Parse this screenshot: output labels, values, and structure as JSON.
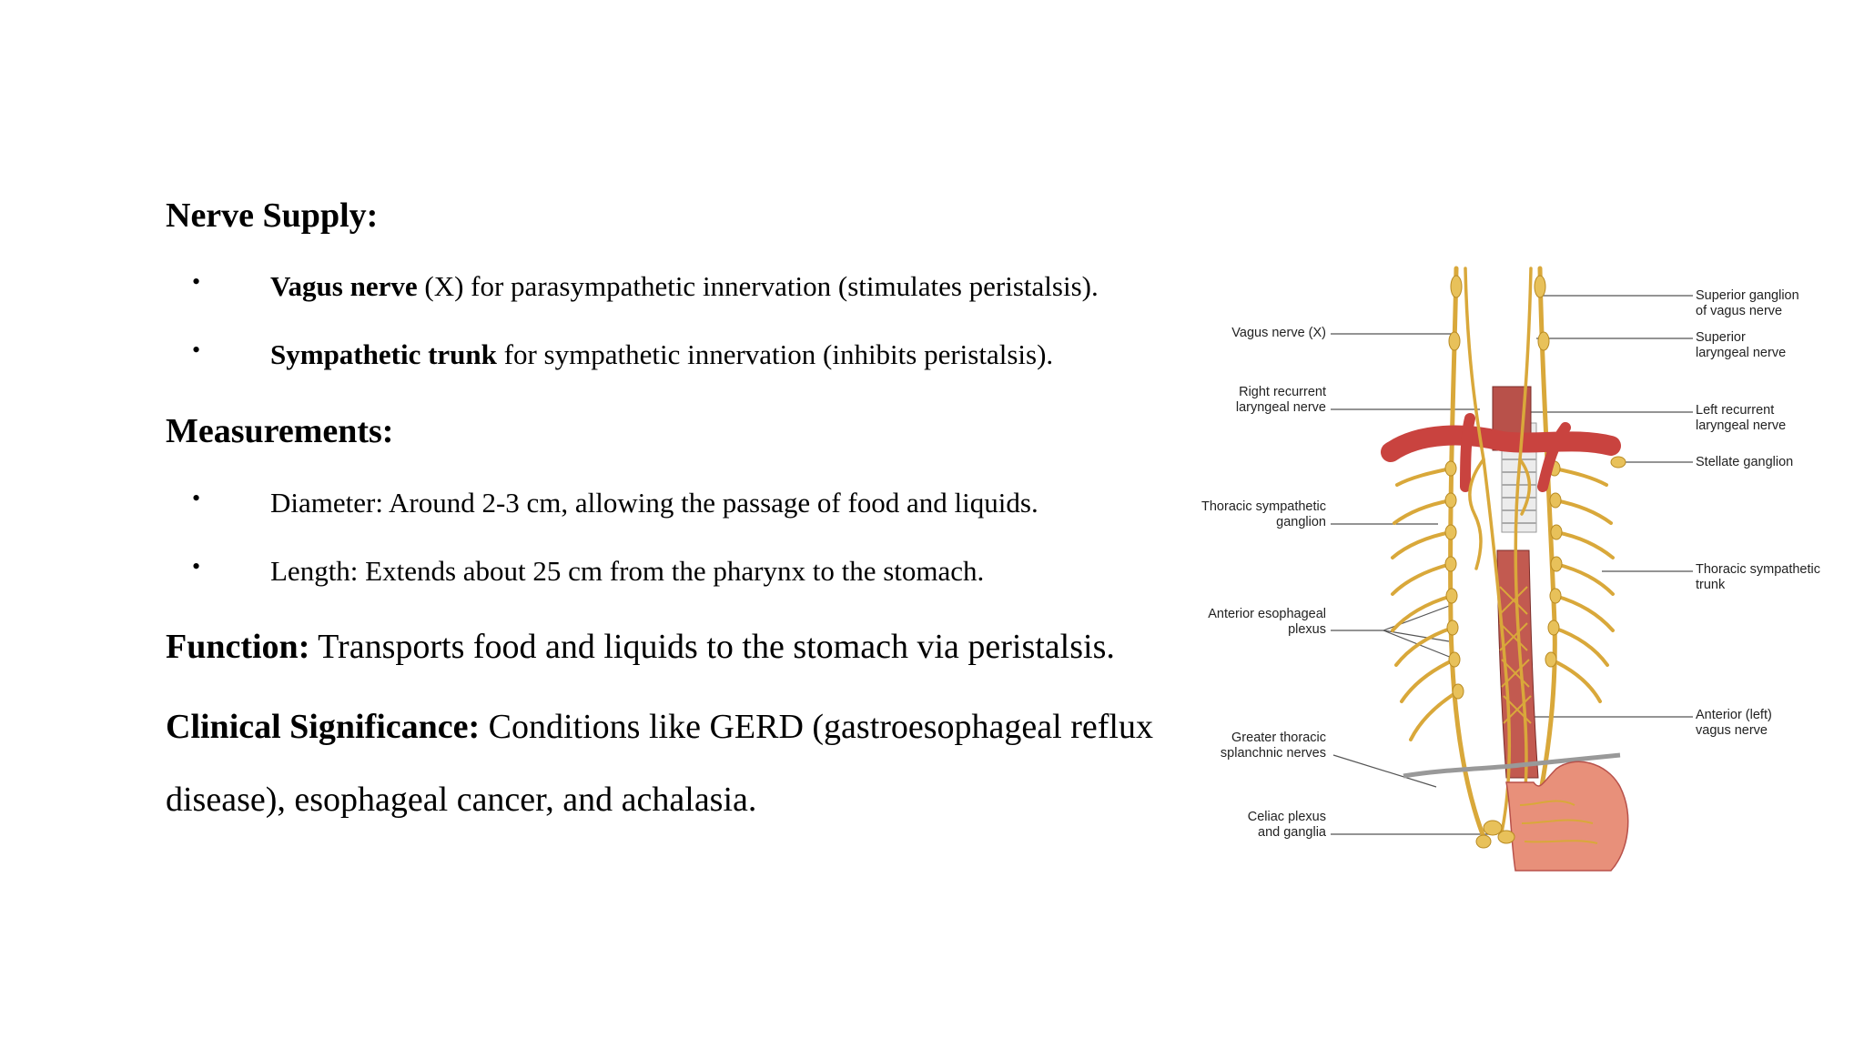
{
  "nerve_supply": {
    "heading": "Nerve Supply:",
    "items": [
      {
        "bold": "Vagus nerve",
        "rest": " (X) for parasympathetic innervation (stimulates peristalsis)."
      },
      {
        "bold": "Sympathetic trunk",
        "rest": " for sympathetic innervation (inhibits peristalsis)."
      }
    ]
  },
  "measurements": {
    "heading": "Measurements:",
    "items": [
      "Diameter: Around 2-3 cm, allowing the passage of food and liquids.",
      "Length: Extends about 25 cm from the pharynx to the stomach."
    ]
  },
  "function": {
    "label": "Function:",
    "text": " Transports food and liquids to the stomach via peristalsis."
  },
  "clinical": {
    "label": "Clinical Significance:",
    "text_line1": " Conditions like GERD (gastroesophageal reflux",
    "text_line2": "disease), esophageal cancer, and achalasia."
  },
  "figure": {
    "bullet_char": "•",
    "labels_left": {
      "vagus": "Vagus nerve (X)",
      "right_recurrent_1": "Right recurrent",
      "right_recurrent_2": "laryngeal nerve",
      "thoracic_ganglion_1": "Thoracic sympathetic",
      "thoracic_ganglion_2": "ganglion",
      "anterior_plexus_1": "Anterior esophageal",
      "anterior_plexus_2": "plexus",
      "greater_1": "Greater thoracic",
      "greater_2": "splanchnic nerves",
      "celiac_1": "Celiac plexus",
      "celiac_2": "and ganglia"
    },
    "labels_right": {
      "superior_ganglion_1": "Superior ganglion",
      "superior_ganglion_2": "of vagus nerve",
      "superior_laryngeal_1": "Superior",
      "superior_laryngeal_2": "laryngeal nerve",
      "left_recurrent_1": "Left recurrent",
      "left_recurrent_2": "laryngeal nerve",
      "stellate": "Stellate ganglion",
      "thoracic_trunk_1": "Thoracic sympathetic",
      "thoracic_trunk_2": "trunk",
      "anterior_vagus_1": "Anterior (left)",
      "anterior_vagus_2": "vagus nerve"
    },
    "colors": {
      "nerve": "#d9a83a",
      "nerve_dark": "#b88a22",
      "ganglion": "#e8c15a",
      "artery": "#c9433f",
      "esophagus": "#b8514a",
      "stomach": "#e8907a",
      "trachea": "#e8e8e8",
      "leader": "#555555"
    }
  }
}
